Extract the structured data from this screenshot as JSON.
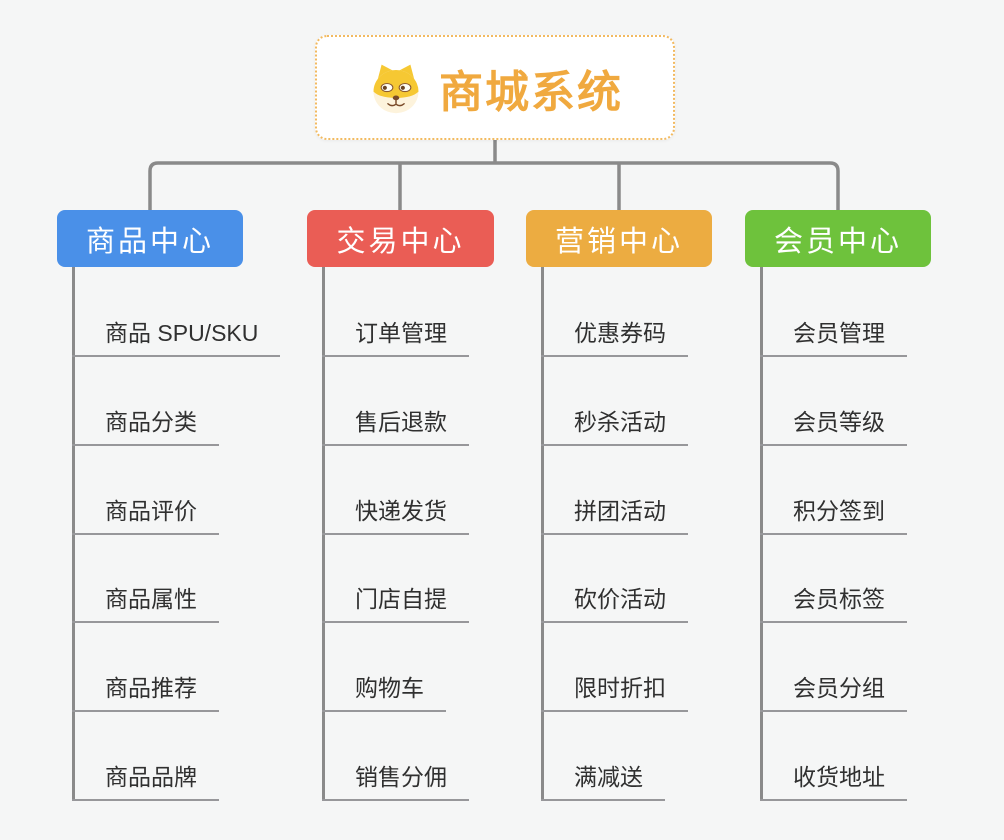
{
  "root": {
    "title": "商城系统",
    "icon": "dog-face-icon",
    "accent_color": "#F0A93F",
    "border_color": "#F2BA60"
  },
  "connector_color": "#8A8A8A",
  "underline_color": "#97979A",
  "branches": [
    {
      "label": "商品中心",
      "color": "#4A90E8",
      "children": [
        "商品 SPU/SKU",
        "商品分类",
        "商品评价",
        "商品属性",
        "商品推荐",
        "商品品牌"
      ]
    },
    {
      "label": "交易中心",
      "color": "#EA5D55",
      "children": [
        "订单管理",
        "售后退款",
        "快递发货",
        "门店自提",
        "购物车",
        "销售分佣"
      ]
    },
    {
      "label": "营销中心",
      "color": "#ECAC41",
      "children": [
        "优惠券码",
        "秒杀活动",
        "拼团活动",
        "砍价活动",
        "限时折扣",
        "满减送"
      ]
    },
    {
      "label": "会员中心",
      "color": "#6EC23C",
      "children": [
        "会员管理",
        "会员等级",
        "积分签到",
        "会员标签",
        "会员分组",
        "收货地址"
      ]
    }
  ]
}
